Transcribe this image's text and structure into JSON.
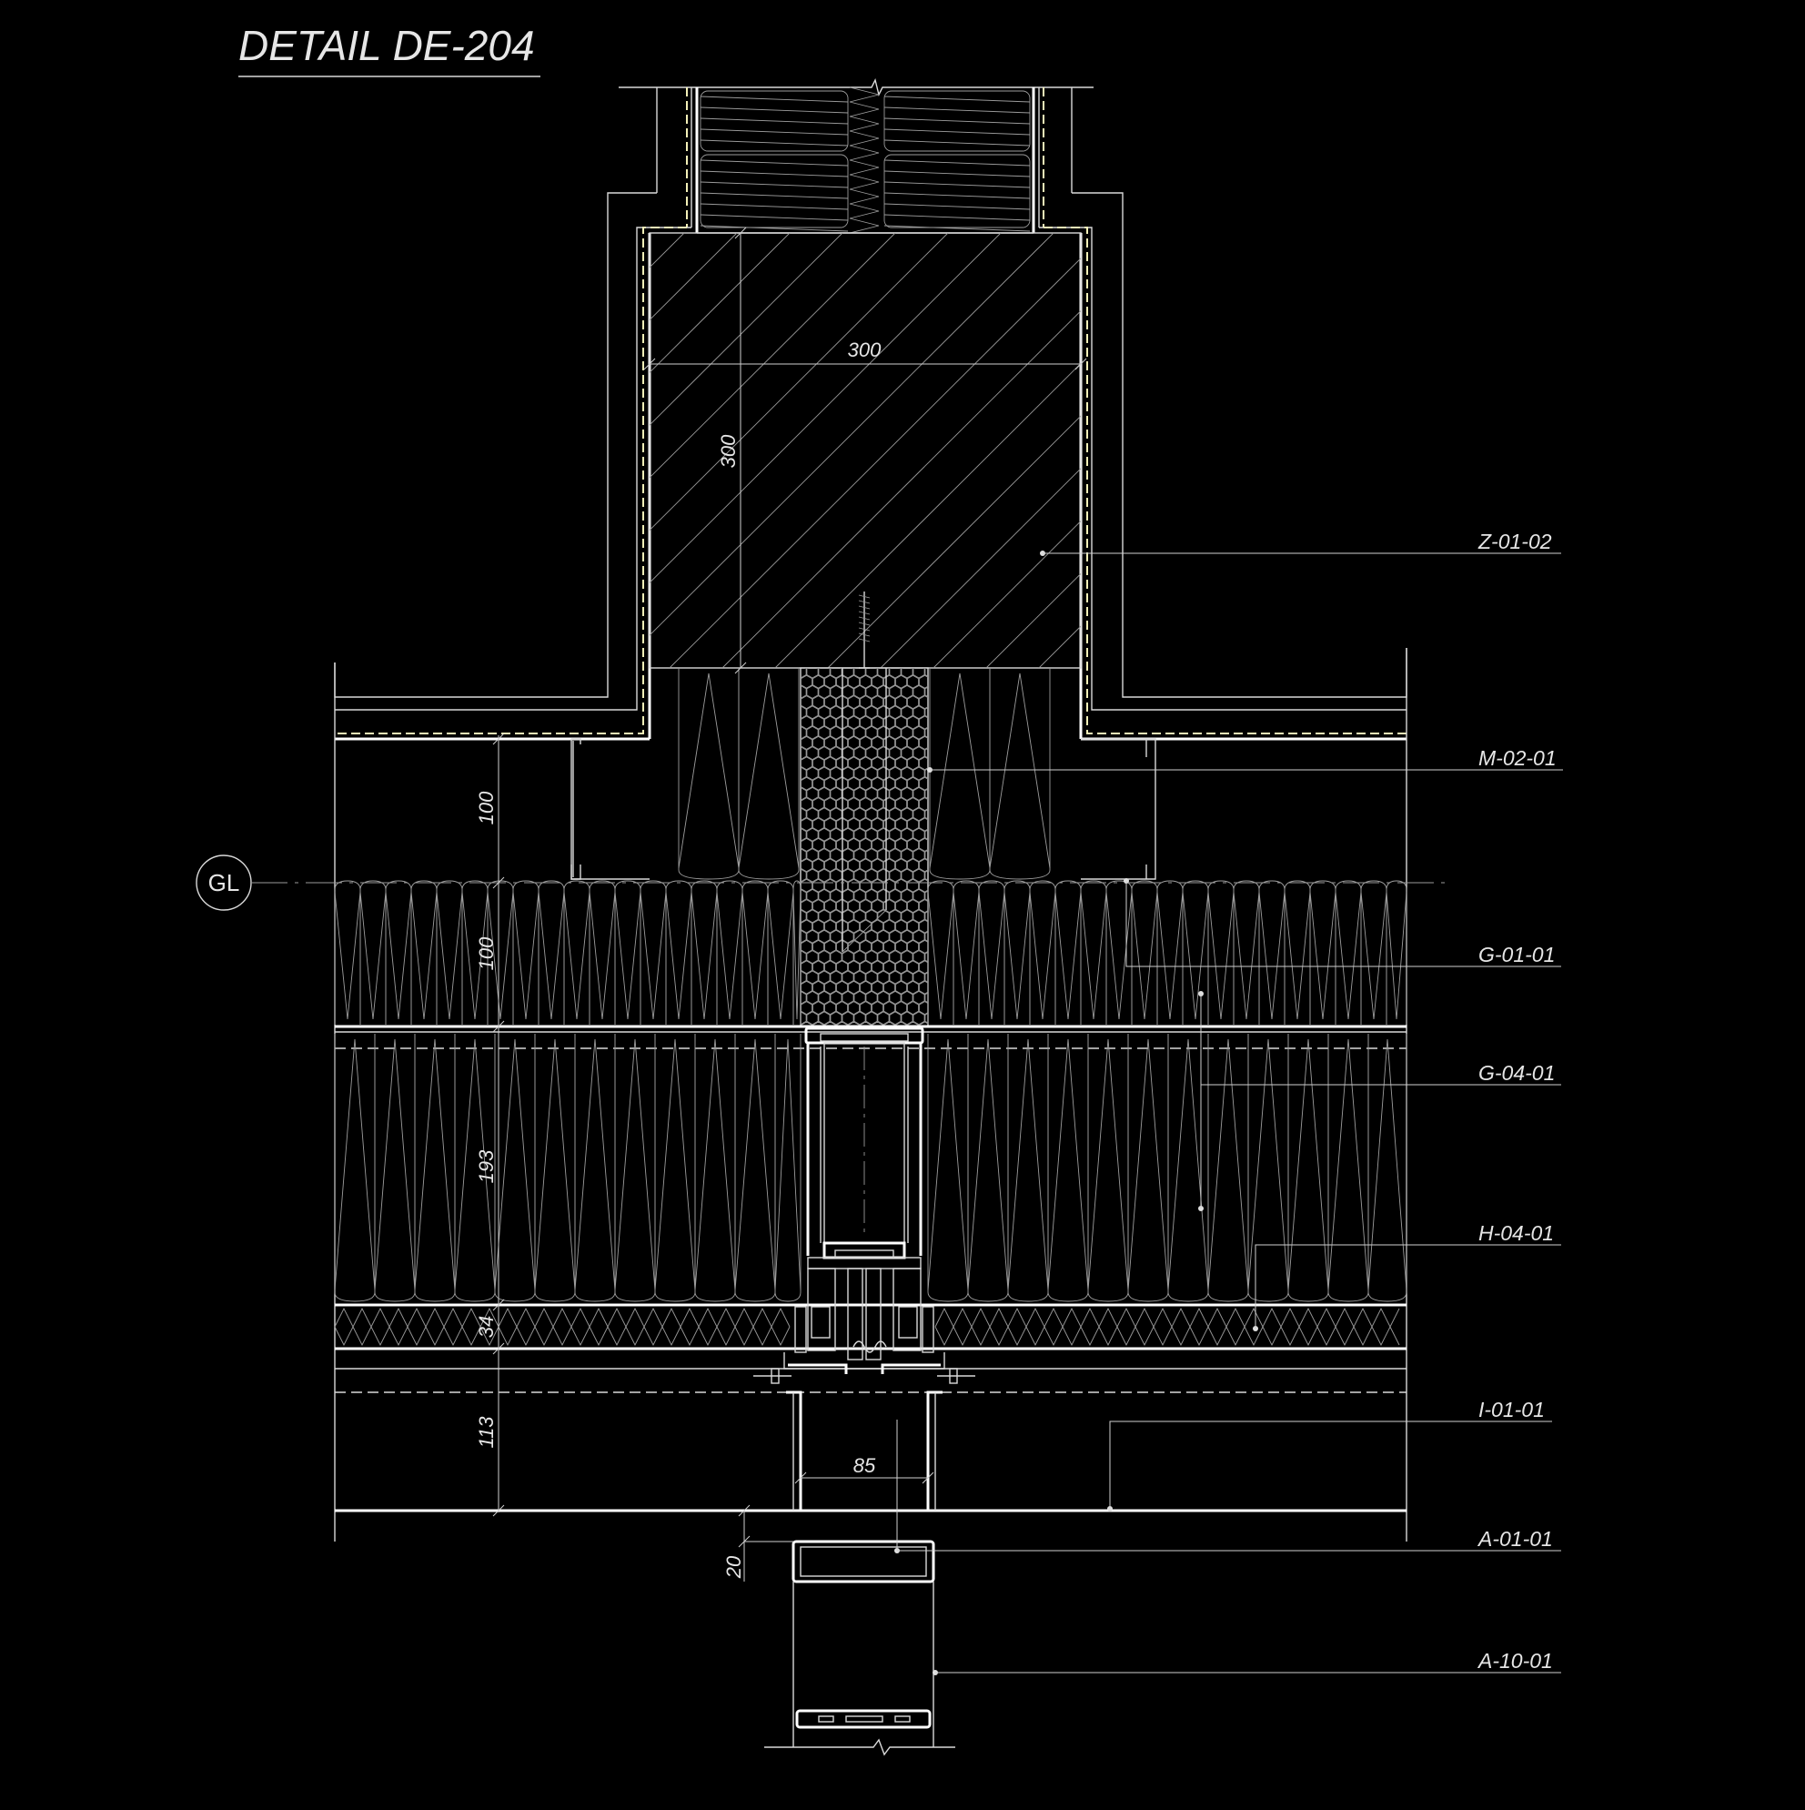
{
  "title": "DETAIL DE-204",
  "grid_marker": "GL",
  "dimensions": {
    "col_width": "300",
    "col_height": "300",
    "d100_top": "100",
    "d100_bottom": "100",
    "d193": "193",
    "d34": "34",
    "d113": "113",
    "d85": "85",
    "d20": "20"
  },
  "callouts": [
    {
      "code": "Z-01-02"
    },
    {
      "code": "M-02-01"
    },
    {
      "code": "G-01-01"
    },
    {
      "code": "G-04-01"
    },
    {
      "code": "H-04-01"
    },
    {
      "code": "I-01-01"
    },
    {
      "code": "A-01-01"
    },
    {
      "code": "A-10-01"
    }
  ],
  "colors": {
    "background": "#000000",
    "linework": "#d9d9d9",
    "membrane": "#f3f0b8"
  }
}
